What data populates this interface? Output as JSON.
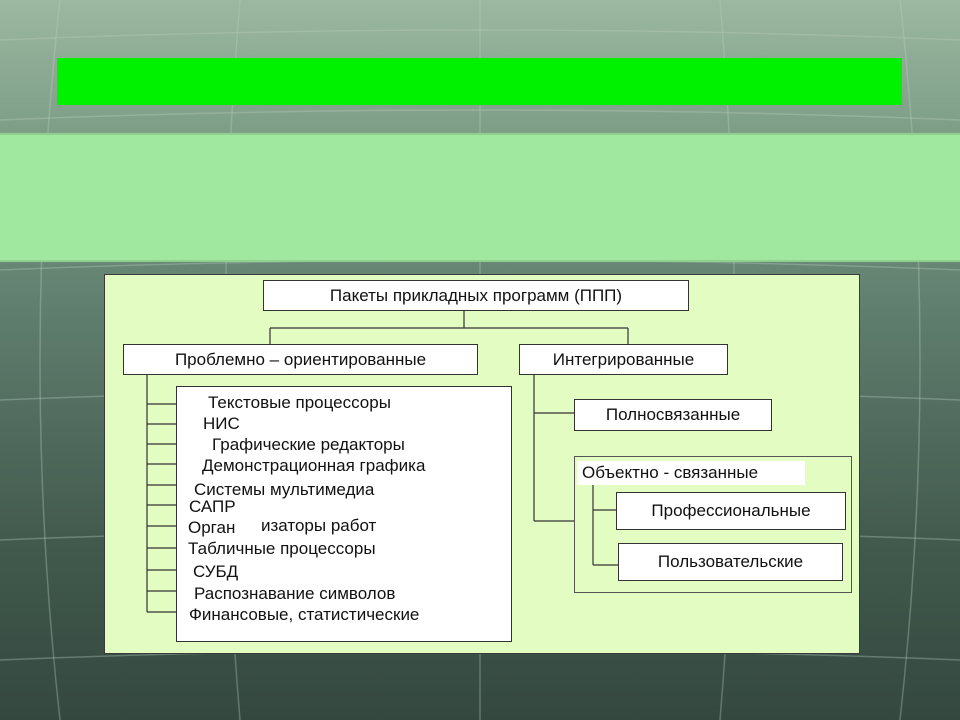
{
  "diagram": {
    "root": "Пакеты прикладных программ  (ППП)",
    "problem_oriented": "Проблемно  –   ориентированные",
    "integrated": "Интегрированные",
    "fully_connected": "Полносвязанные",
    "object_connected": "Объектно - связанные",
    "professional": "Профессиональные",
    "user": "Пользовательские",
    "problem_items": [
      "Текстовые процессоры",
      "НИС",
      "Графические редакторы",
      "Демонстрационная графика",
      "Системы мультимедиа",
      "САПР",
      "Орган",
      "изаторы работ",
      "Табличные процессоры",
      "СУБД",
      "Распознавание символов",
      "Финансовые, статистические"
    ]
  },
  "colors": {
    "title_bar": "#00f200",
    "subtitle_band": "#a0e8a0",
    "panel": "#e2fcc2"
  }
}
